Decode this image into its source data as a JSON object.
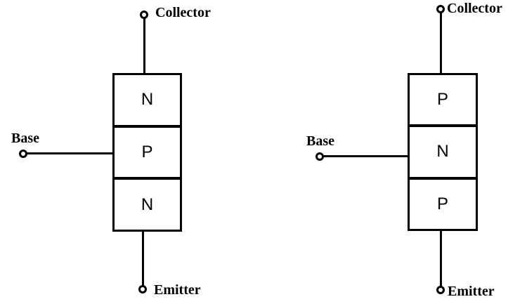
{
  "figure": {
    "description": "Block structure diagrams of bipolar junction transistors"
  },
  "transistors": [
    {
      "type": "npn",
      "segments": [
        "N",
        "P",
        "N"
      ],
      "terminals": {
        "collector": "Collector",
        "base": "Base",
        "emitter": "Emitter"
      }
    },
    {
      "type": "pnp",
      "segments": [
        "P",
        "N",
        "P"
      ],
      "terminals": {
        "collector": "Collector",
        "base": "Base",
        "emitter": "Emitter"
      }
    }
  ],
  "colors": {
    "stroke": "#000000",
    "background": "#ffffff"
  }
}
